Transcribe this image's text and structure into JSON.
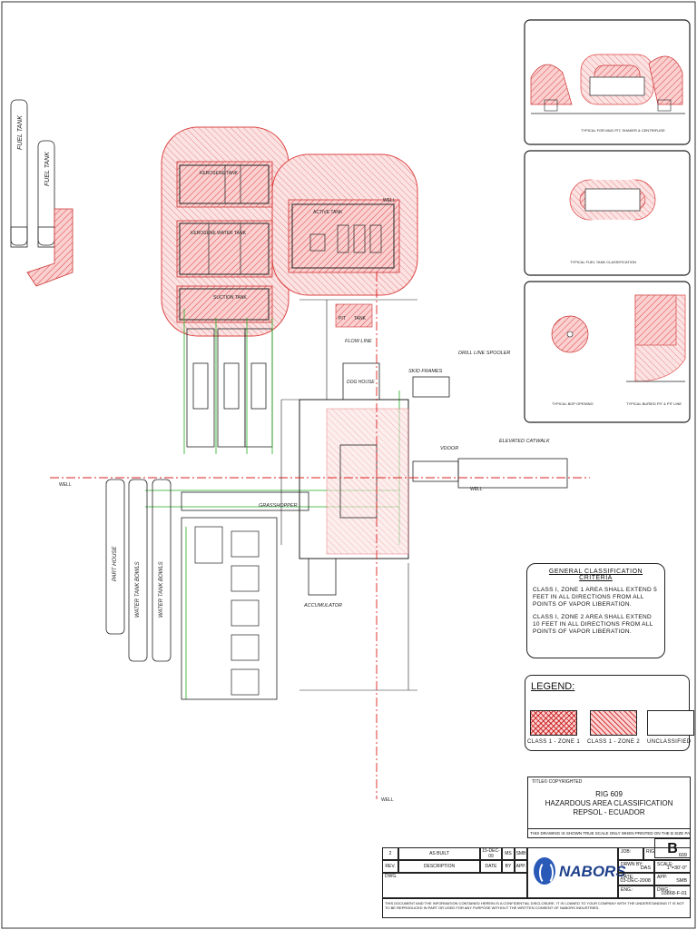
{
  "labels": {
    "kerosene_tank": "KEROSENE TANK",
    "kerosene_water_tank": "KEROSENE WATER TANK",
    "suction_tank": "SUCTION TANK",
    "active_tank": "ACTIVE TANK",
    "flow_line": "FLOW LINE",
    "drill_line_spooler": "DRILL LINE SPOOLER",
    "skid_frames": "SKID FRAMES",
    "dog_house": "DOG HOUSE",
    "vdoor": "VDOOR",
    "elevated_catwalk": "ELEVATED CATWALK",
    "grasshopper": "GRASSHOPPER",
    "accumulator": "ACCUMULATOR",
    "part_house": "PART HOUSE",
    "water_tank_bows_1": "WATER TANK BOWLS",
    "water_tank_bows_2": "WATER TANK BOWLS",
    "fuel_tank_1": "FUEL TANK",
    "fuel_tank_2": "FUEL TANK",
    "well_center": "WELL",
    "well_left": "WELL",
    "well_bottom": "WELL",
    "well_top": "WELL",
    "tank_label": "TANK",
    "pit_label": "PIT"
  },
  "details": {
    "d1_caption": "TYPICAL FOR MUD PIT, SHAKER & CENTRIFUGE",
    "d2_caption": "TYPICAL FUEL TANK CLASSIFICATION",
    "d3_caption_a": "TYPICAL BOP OPENING",
    "d3_caption_b": "TYPICAL BURIED PIT & PIT LINE"
  },
  "criteria": {
    "title": "GENERAL CLASSIFICATION CRITERIA",
    "p1": "CLASS I, ZONE 1 AREA SHALL EXTEND 5 FEET IN ALL DIRECTIONS FROM ALL POINTS OF VAPOR LIBERATION.",
    "p2": "CLASS I, ZONE 2 AREA SHALL EXTEND 10 FEET IN ALL DIRECTIONS FROM ALL POINTS OF VAPOR LIBERATION."
  },
  "legend": {
    "title": "LEGEND:",
    "zone1": "CLASS 1 - ZONE 1",
    "zone2": "CLASS 1 - ZONE 2",
    "unclassified": "UNCLASSIFIED"
  },
  "title_block": {
    "copyright": "TITLE© COPYRIGHTED",
    "line1": "RIG 609",
    "line2": "HAZARDOUS AREA CLASSIFICATION",
    "line3": "REPSOL - ECUADOR",
    "note": "THIS DRAWING IS SHOWN TRUE SCALE ONLY WHEN PRINTED ON THE B SIZE PAPER",
    "size": "B",
    "company": "NABORS",
    "rev_no": "2",
    "rev_desc": "AS BUILT",
    "rev_date": "15-DEC-09",
    "rev_by": "MS",
    "rev_app": "SMB",
    "hdr_rev": "REV.",
    "hdr_desc": "DESCRIPTION",
    "hdr_date": "DATE",
    "hdr_by": "BY",
    "hdr_app": "APP.",
    "hdr_dwg": "DWG.",
    "job_label": "JOB:",
    "rig_label": "RIG:",
    "rig_value": "609",
    "drawn_label": "DRWN BY:",
    "drawn_value": "DAS",
    "scale_label": "SCALE:",
    "scale_value": "1\"=30'-0\"",
    "date_label": "DATE:",
    "date_value": "03-DEC-2008",
    "app_label": "APP:",
    "app_value": "SMB",
    "eng_label": "ENG.:",
    "dwg_label": "DWG.:",
    "dwg_value": "03868-F-01",
    "legal": "THIS DOCUMENT AND THE INFORMATION CONTAINED HEREIN IS A CONFIDENTIAL DISCLOSURE. IT IS LOANED TO YOUR COMPANY WITH THE UNDERSTANDING IT IS NOT TO BE REPRODUCED IN PART OR USED FOR ANY PURPOSE WITHOUT THE WRITTEN CONSENT OF NABORS INDUSTRIES."
  }
}
